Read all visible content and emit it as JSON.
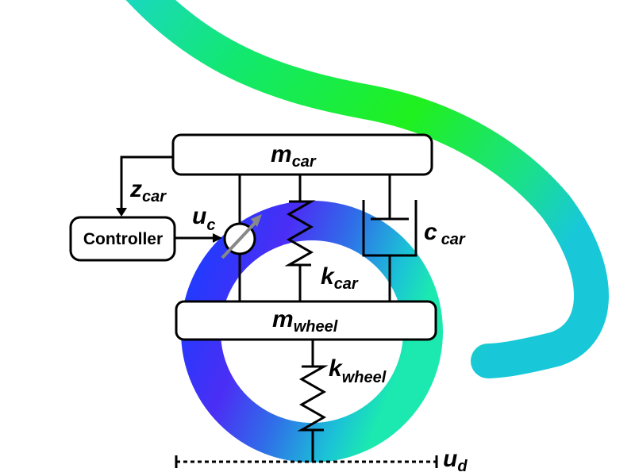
{
  "labels": {
    "car_mass": "m",
    "car_mass_sub": "car",
    "wheel_mass": "m",
    "wheel_mass_sub": "wheel",
    "controller": "Controller",
    "measurement": "z",
    "measurement_sub": "car",
    "control_input": "u",
    "control_input_sub": "c",
    "car_spring": "k",
    "car_spring_sub": "car",
    "car_damper": "c",
    "car_damper_sub": "car",
    "wheel_spring": "k",
    "wheel_spring_sub": "wheel",
    "disturbance": "u",
    "disturbance_sub": "d"
  },
  "background": {
    "stroke_colors": [
      "#ff00a0",
      "#5a2bff",
      "#1f38ff",
      "#1fd3c8",
      "#11e85a",
      "#22f000"
    ]
  },
  "colors": {
    "line": "#000000",
    "box_fill": "#ffffff",
    "actuator_arrow": "#888888"
  }
}
